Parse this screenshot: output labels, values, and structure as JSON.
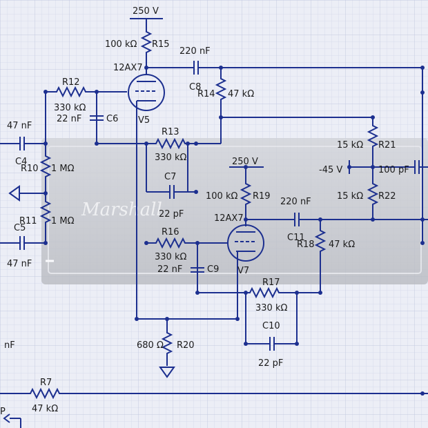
{
  "watermark": {
    "brand": "Marshall"
  },
  "labels": {
    "v250_top": "250 V",
    "r15_val": "100 kΩ",
    "r15_ref": "R15",
    "c8_val": "220 nF",
    "c8_ref": "C8",
    "v5_type": "12AX7",
    "v5_ref": "V5",
    "r12_ref": "R12",
    "r12_val": "330 kΩ",
    "c6_val": "22 nF",
    "c6_ref": "C6",
    "r14_ref": "R14",
    "r14_val": "47 kΩ",
    "c4_val": "47 nF",
    "c4_ref": "C4",
    "r10_ref": "R10",
    "r10_val": "1 MΩ",
    "r11_ref": "R11",
    "r11_val": "1 MΩ",
    "c5_ref": "C5",
    "c5_val": "47 nF",
    "r13_ref": "R13",
    "r13_val": "330 kΩ",
    "c7_ref": "C7",
    "c7_val": "22 pF",
    "v250_mid": "250 V",
    "r19_val": "100 kΩ",
    "r19_ref": "R19",
    "v7_type": "12AX7",
    "v7_ref": "V7",
    "c11_val": "220 nF",
    "c11_ref": "C11",
    "r18_ref": "R18",
    "r18_val": "47 kΩ",
    "r16_ref": "R16",
    "r16_val": "330 kΩ",
    "c9_val": "22 nF",
    "c9_ref": "C9",
    "r17_ref": "R17",
    "r17_val": "330 kΩ",
    "c10_ref": "C10",
    "c10_val": "22 pF",
    "r20_val": "680 Ω",
    "r20_ref": "R20",
    "r21_val": "15 kΩ",
    "r21_ref": "R21",
    "bias": "-45 V",
    "c12_val": "100 pF",
    "r22_val": "15 kΩ",
    "r22_ref": "R22",
    "nf_left": "nF",
    "r7_ref": "R7",
    "r7_val": "47 kΩ",
    "p_left": "P"
  },
  "colors": {
    "wire": "#1c2f8f",
    "grid_minor": "#d8dcec",
    "grid_major": "#c4c9e0",
    "background": "#eceef6",
    "amp_panel": "#c9cbd0"
  }
}
